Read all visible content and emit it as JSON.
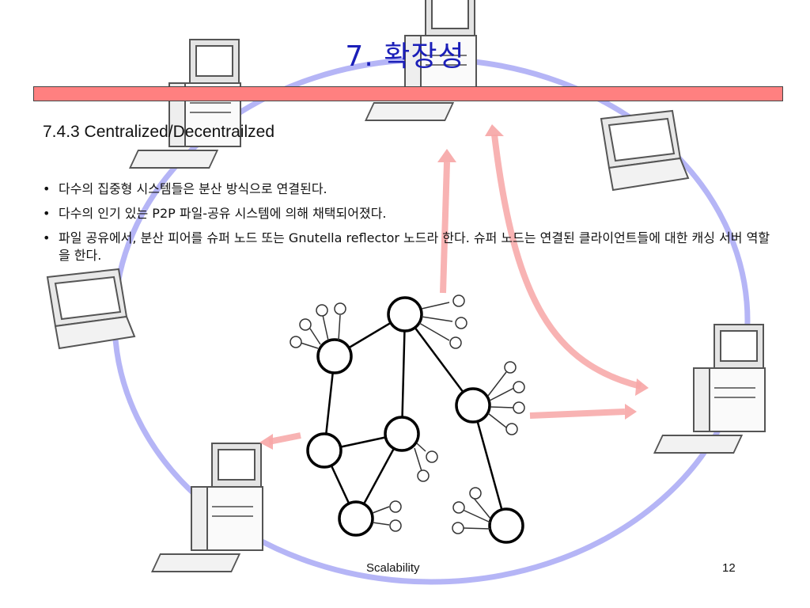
{
  "slide": {
    "title": "7. 확장성",
    "subtitle": "7.4.3 Centralized/Decentrailzed",
    "bullets": [
      "다수의 집중형 시스템들은 분산 방식으로 연결된다.",
      "다수의 인기 있는  P2P 파일-공유 시스템에 의해 채택되어졌다.",
      "파일 공유에서, 분산 피어를 슈퍼 노드 또는 Gnutella reflector 노드라 한다. 슈퍼 노드는 연결된 클라이언트들에 대한 캐싱 서버 역할을 한다."
    ],
    "footer": "Scalability",
    "page_number": "12"
  },
  "colors": {
    "title_color": "#1b1fb8",
    "title_bar": "#ff8080",
    "ring": "#a8a8f4",
    "arrows": "#f7a6a6",
    "node_stroke": "#000000"
  },
  "icons": [
    "desktop-computer-icon",
    "laptop-computer-icon"
  ]
}
